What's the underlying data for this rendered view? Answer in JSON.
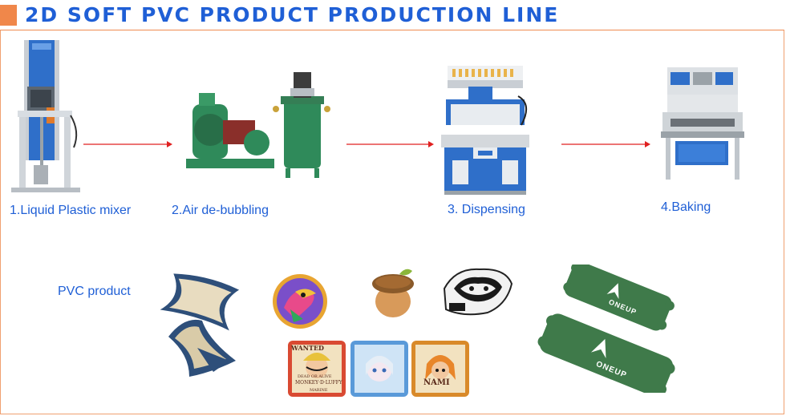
{
  "header": {
    "title": "2D SOFT PVC PRODUCT PRODUCTION LINE"
  },
  "steps": [
    {
      "label": "1.Liquid Plastic mixer"
    },
    {
      "label": "2.Air de-bubbling"
    },
    {
      "label": "3. Dispensing"
    },
    {
      "label": "4.Baking"
    }
  ],
  "products": {
    "label": "PVC product",
    "tag_text": "ONEUP",
    "poster_wanted": "WANTED",
    "poster_dead_alive": "DEAD OR ALIVE",
    "poster_names": [
      "MONKEY·D·LUFFY",
      "NAMI"
    ],
    "poster_marine": "MARINE"
  },
  "colors": {
    "title_blue": "#1f5fd6",
    "accent_orange": "#f0874a",
    "arrow_red": "#e02020",
    "machine_blue": "#2f6fc9",
    "machine_green": "#2f8a5a",
    "tag_green": "#3f7a4a"
  }
}
